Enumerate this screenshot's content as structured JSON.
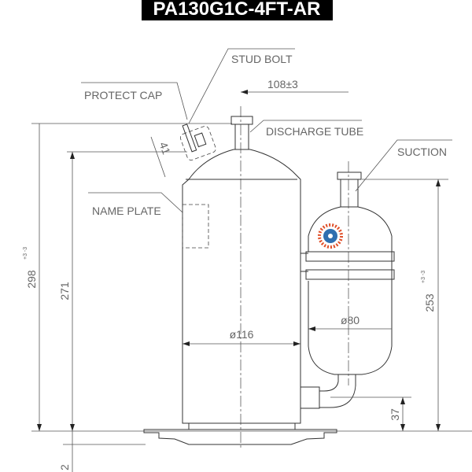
{
  "title": "PA130G1C-4FT-AR",
  "labels": {
    "stud_bolt": "STUD BOLT",
    "protect_cap": "PROTECT CAP",
    "discharge_tube": "DISCHARGE TUBE",
    "suction": "SUCTION",
    "name_plate": "NAME PLATE"
  },
  "dimensions": {
    "offset": "108±3",
    "cap_height": "41",
    "total_height": "298",
    "total_height_tol": "+3 -3",
    "body_height": "271",
    "suction_height": "253",
    "suction_height_tol": "+3 -3",
    "body_diameter": "ø116",
    "accumulator_diameter": "ø80",
    "pipe_height": "37",
    "base": "2"
  },
  "colors": {
    "title_bg": "#000000",
    "logo_blue": "#2f6fb0",
    "logo_red": "#e0502a"
  }
}
